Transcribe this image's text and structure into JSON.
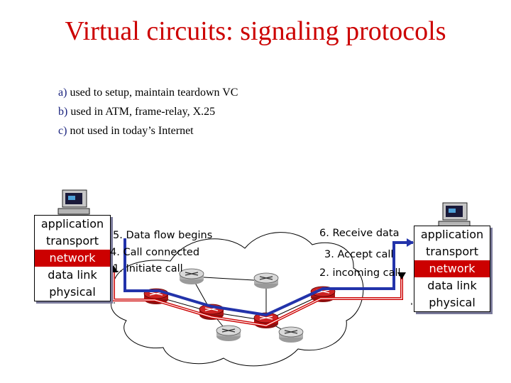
{
  "title": "Virtual circuits: signaling protocols",
  "bullets": [
    {
      "letter": "a)",
      "text": " used to setup, maintain  teardown VC"
    },
    {
      "letter": "b)",
      "text": " used in ATM, frame-relay, X.25"
    },
    {
      "letter": "c)",
      "text": " not used in today’s Internet"
    }
  ],
  "left_stack": {
    "layers": [
      "application",
      "transport",
      "network",
      "data link",
      "physical"
    ]
  },
  "right_stack": {
    "layers": [
      "application",
      "transport",
      "network",
      "data link",
      "physical"
    ]
  },
  "left_steps": [
    "5. Data flow begins",
    "4. Call connected",
    "1. Initiate call"
  ],
  "right_steps": [
    "6. Receive data",
    "3. Accept call",
    "2. incoming call"
  ],
  "colors": {
    "title": "#cc0000",
    "network_layer": "#cc0000",
    "path_blue": "#2233aa",
    "path_red": "#cc0000"
  },
  "icons": [
    "computer-icon",
    "router-icon"
  ]
}
